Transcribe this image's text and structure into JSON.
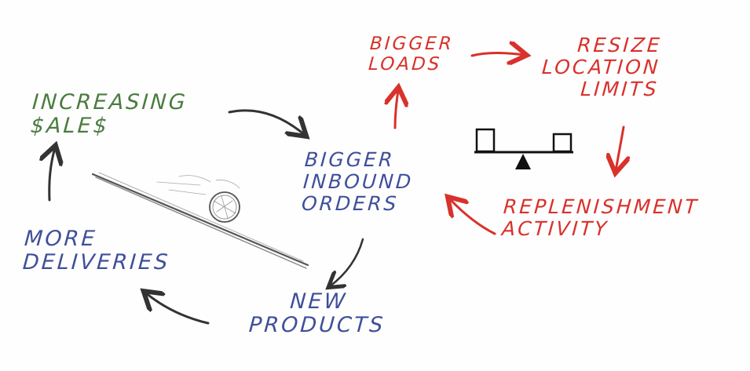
{
  "diagram": {
    "nodes": {
      "increasing_sales": "INCREASING\n$ALE$",
      "bigger_inbound_orders": "BIGGER\nINBOUND\nORDERS",
      "new_products": "NEW\nPRODUCTS",
      "more_deliveries": "MORE\nDELIVERIES",
      "bigger_loads": "BIGGER\nLOADS",
      "resize_location_limits": "RESIZE\nLOCATION\nLIMITS",
      "replenishment_activity": "REPLENISHMENT\nACTIVITY"
    },
    "colors": {
      "sales_loop": "#4a7c3f",
      "flow_loop": "#3f4f9a",
      "replenishment_loop": "#d9312b",
      "arrow_dark": "#333333",
      "sketch": "#555555"
    }
  }
}
